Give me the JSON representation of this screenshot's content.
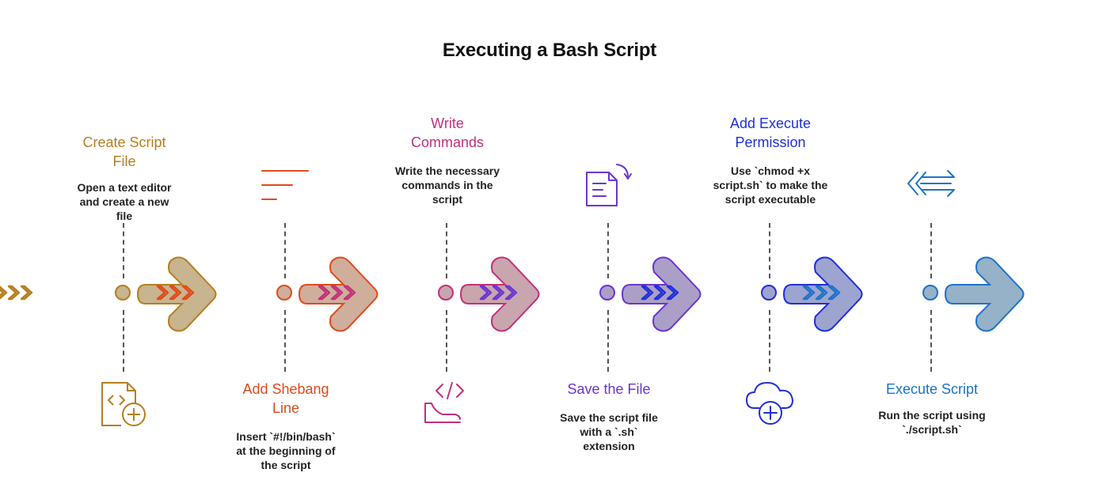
{
  "title": "Executing a Bash Script",
  "steps": [
    {
      "label": "Create Script File",
      "desc": "Open a text editor and create a new file",
      "color": "#b57e1f",
      "fill": "#c8b48e",
      "icon": "code-file-add-icon"
    },
    {
      "label": "Add Shebang Line",
      "desc": "Insert `#!/bin/bash` at the beginning of the script",
      "color": "#e04b1a",
      "fill": "#cfae9c",
      "icon": "text-lines-icon"
    },
    {
      "label": "Write Commands",
      "desc": "Write the necessary commands in the script",
      "color": "#c2307a",
      "fill": "#c9a5ae",
      "icon": "code-hand-icon"
    },
    {
      "label": "Save the File",
      "desc": "Save the script file with a `.sh` extension",
      "color": "#6a35d0",
      "fill": "#ab9fc7",
      "icon": "document-save-icon"
    },
    {
      "label": "Add Execute Permission",
      "desc": "Use `chmod +x script.sh` to make the script executable",
      "color": "#1f2fd8",
      "fill": "#9da4cf",
      "icon": "cloud-add-icon"
    },
    {
      "label": "Execute Script",
      "desc": "Run the script using `./script.sh`",
      "color": "#1e72c8",
      "fill": "#95b2c8",
      "icon": "execute-arrows-icon"
    }
  ]
}
